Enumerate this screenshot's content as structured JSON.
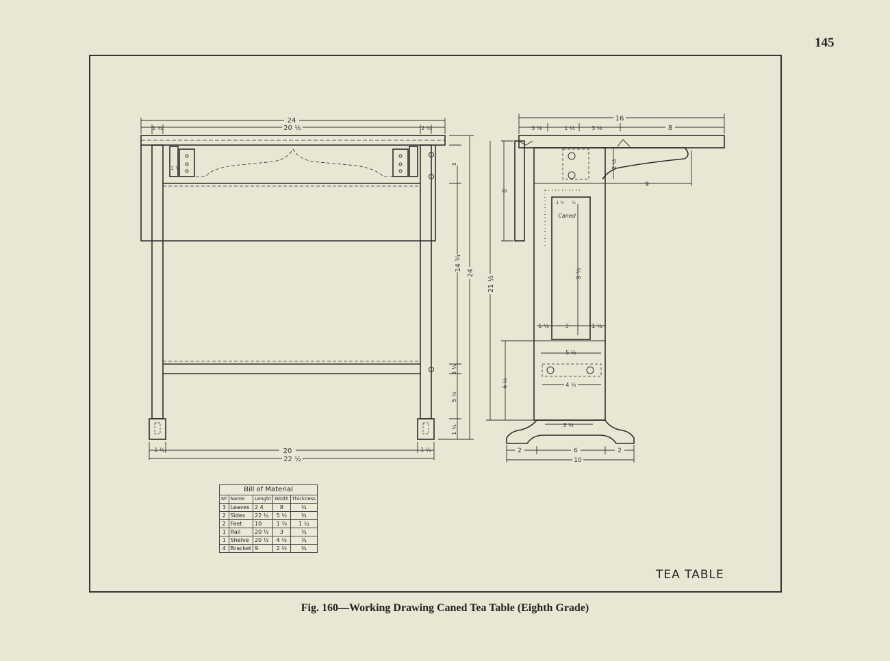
{
  "page": {
    "number": "145"
  },
  "caption": "Fig. 160—Working Drawing Caned Tea Table (Eighth Grade)",
  "title_block": "TEA TABLE",
  "front_view": {
    "dims": {
      "overall_top": "24",
      "between_brackets": "20 ½",
      "bracket_left": "1 ¾",
      "bracket_right": "2 ¼",
      "leg_width_left": "1 ¼",
      "leg_width_right": "1 ¼",
      "between_feet": "20",
      "overall_feet": "22 ½",
      "height_24": "24",
      "height_14": "14 ¼",
      "top_gap": "3",
      "rail_gap": "3 ¼",
      "low_gap": "5 ½",
      "foot_height": "1 ¼",
      "bracket_small": "1 ½"
    }
  },
  "side_view": {
    "label_caned": "Caned",
    "dims": {
      "overall_width": "16",
      "seg_a": "3 ⅝",
      "seg_b": "1 ½",
      "seg_c": "3 ⅝",
      "seg_d": "8",
      "leaf_drop": "8",
      "bracket_reach": "9",
      "bracket_drop": "2 ½",
      "total_height": "21 ½",
      "cane_height": "9 ½",
      "cane_width": "3",
      "cane_side_left": "1 ¼",
      "cane_side_right": "1 ¼",
      "frame_width": "5 ½",
      "shelf_width": "4 ½",
      "lower_height": "6 ½",
      "foot_inner": "3 ½",
      "foot_left": "2",
      "foot_mid": "6",
      "foot_right": "2",
      "foot_total": "10",
      "small_a": "1 ½",
      "small_b": "½"
    }
  },
  "bill_of_material": {
    "title": "Bill of Material",
    "columns": [
      "Nº",
      "Name",
      "Lenght",
      "Width",
      "Thickness"
    ],
    "rows": [
      [
        "3",
        "Leaves",
        "2 4",
        "8",
        "¾"
      ],
      [
        "2",
        "Sides",
        "22 ¼",
        "5 ½",
        "¾"
      ],
      [
        "2",
        "Feet",
        "10",
        "1 ⅞",
        "1 ¼"
      ],
      [
        "1",
        "Rail",
        "20 ½",
        "3",
        "¾"
      ],
      [
        "1",
        "Shelve",
        "20 ½",
        "4 ½",
        "¾"
      ],
      [
        "4",
        "Bracket",
        "9",
        "2 ½",
        "¾"
      ]
    ]
  }
}
